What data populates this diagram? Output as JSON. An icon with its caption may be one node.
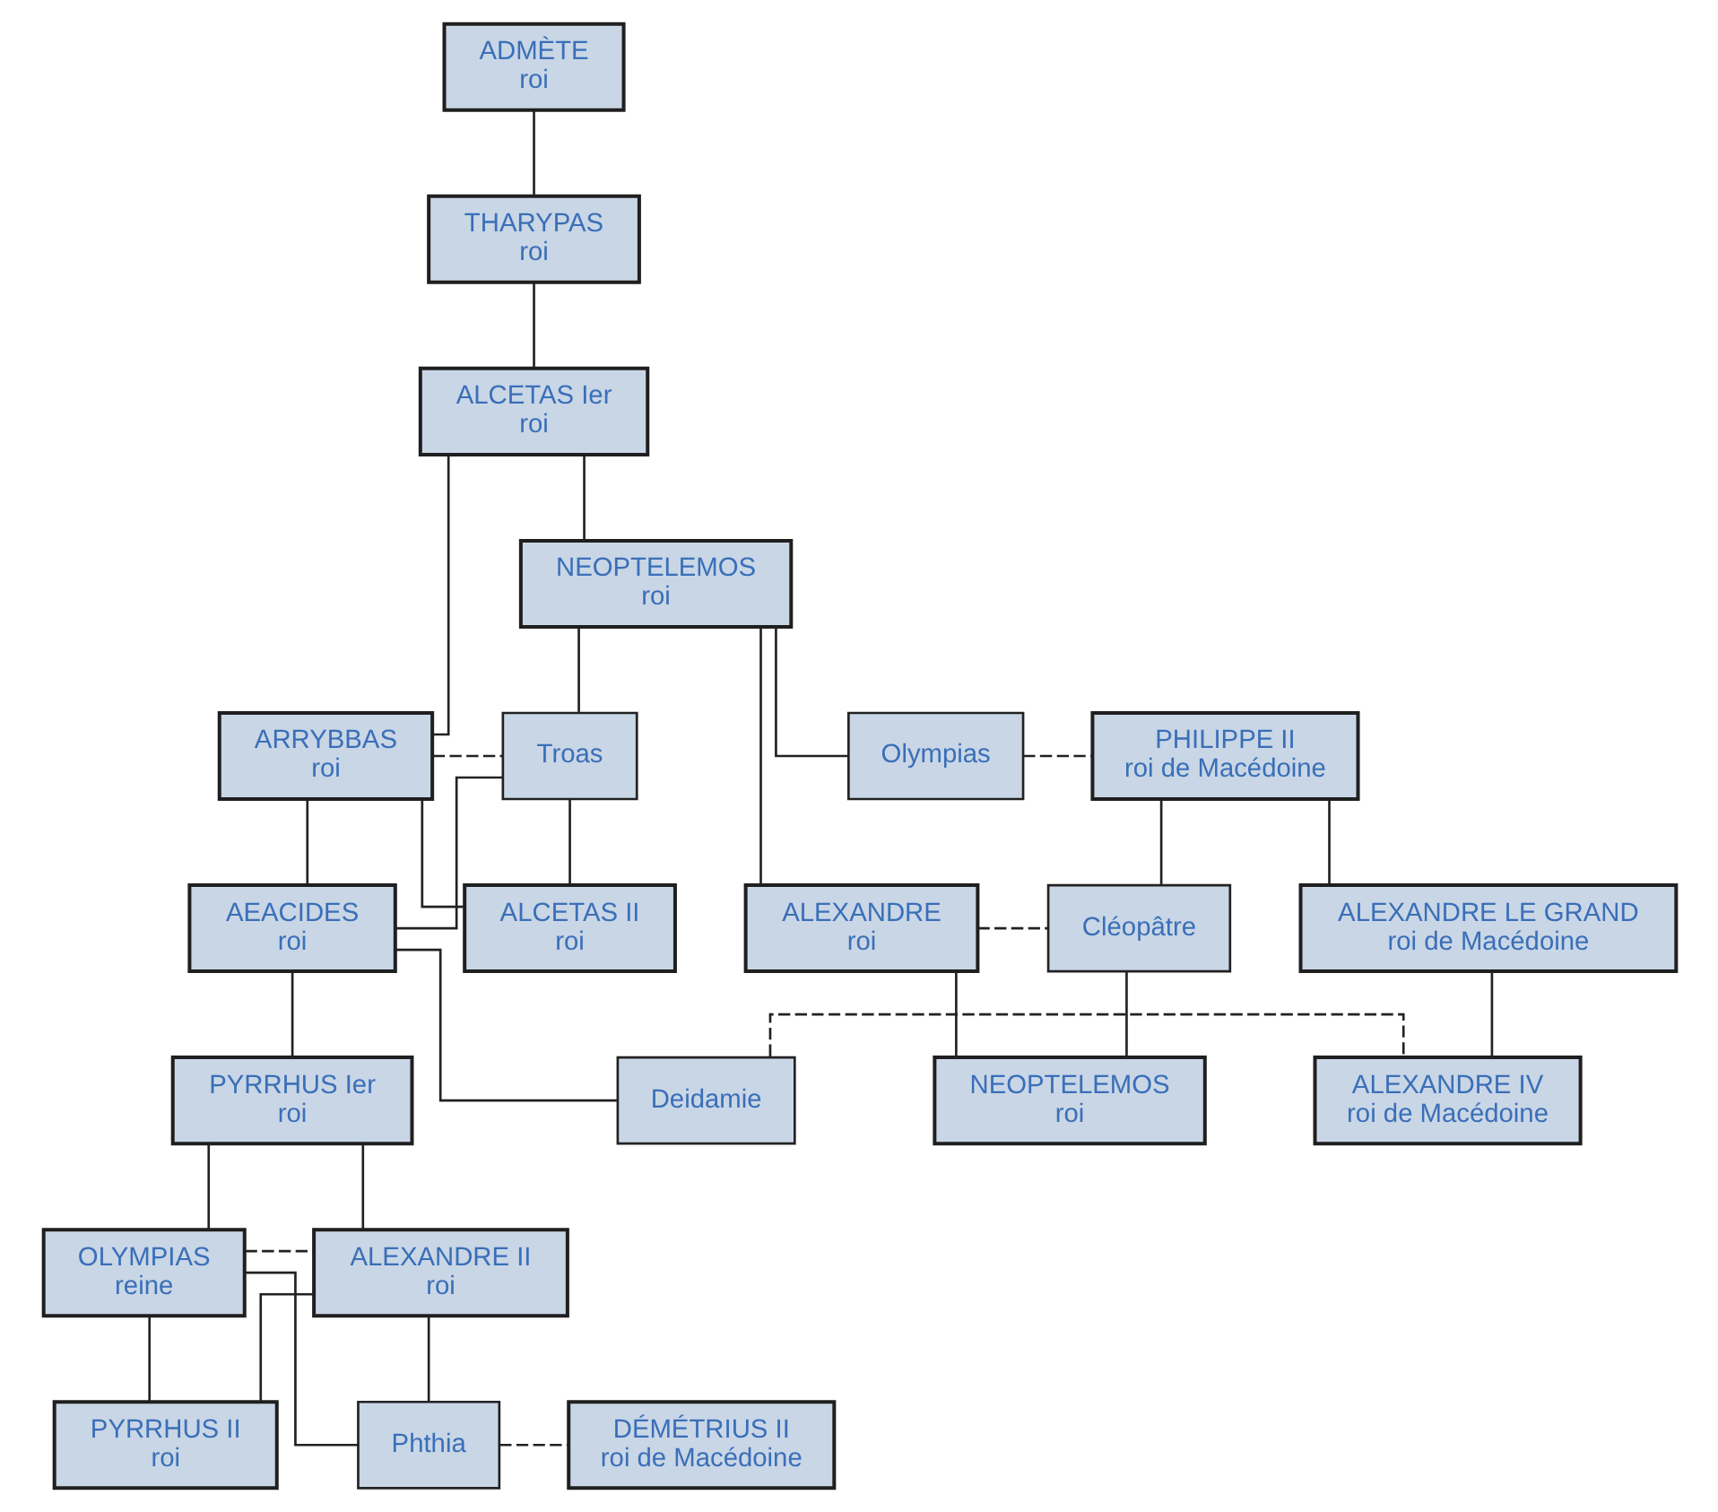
{
  "diagram": {
    "nodes": [
      {
        "text": [
          "ADMÈTE",
          "roi"
        ]
      },
      {
        "text": [
          "THARYPAS",
          "roi"
        ]
      },
      {
        "text": [
          "ALCETAS Ier",
          "roi"
        ]
      },
      {
        "text": [
          "NEOPTELEMOS",
          "roi"
        ]
      },
      {
        "text": [
          "ARRYBBAS",
          "roi"
        ]
      },
      {
        "text": [
          "Troas"
        ]
      },
      {
        "text": [
          "Olympias"
        ]
      },
      {
        "text": [
          "PHILIPPE II",
          "roi de Macédoine"
        ]
      },
      {
        "text": [
          "AEACIDES",
          "roi"
        ]
      },
      {
        "text": [
          "ALCETAS II",
          "roi"
        ]
      },
      {
        "text": [
          "ALEXANDRE",
          "roi"
        ]
      },
      {
        "text": [
          "Cléopâtre"
        ]
      },
      {
        "text": [
          "ALEXANDRE LE GRAND",
          "roi de Macédoine"
        ]
      },
      {
        "text": [
          "NEOPTELEMOS",
          "roi"
        ]
      },
      {
        "text": [
          "PYRRHUS Ier",
          "roi"
        ]
      },
      {
        "text": [
          "Deidamie"
        ]
      },
      {
        "text": [
          "ALEXANDRE IV",
          "roi de Macédoine"
        ]
      },
      {
        "text": [
          "OLYMPIAS",
          "reine"
        ]
      },
      {
        "text": [
          "ALEXANDRE II",
          "roi"
        ]
      },
      {
        "text": [
          "PYRRHUS II",
          "roi"
        ]
      },
      {
        "text": [
          "Phthia"
        ]
      },
      {
        "text": [
          "DÉMÉTRIUS II",
          "roi de Macédoine"
        ]
      }
    ],
    "edges": [
      {
        "from": 0,
        "to": 1,
        "arrow": "none"
      },
      {
        "from": 1,
        "to": 2,
        "arrow": "none"
      },
      {
        "from": 2,
        "to": 3,
        "arrow": "none"
      },
      {
        "from": 2,
        "to": 4,
        "arrow": "none"
      },
      {
        "from": 3,
        "to": 5,
        "arrow": "none"
      },
      {
        "from": 3,
        "to": 10,
        "arrow": "none"
      },
      {
        "from": 3,
        "to": 6,
        "arrow": "none"
      },
      {
        "from": 4,
        "to": 5,
        "arrow": "none",
        "style": "dashed"
      },
      {
        "from": 6,
        "to": 7,
        "arrow": "none",
        "style": "dashed"
      },
      {
        "from": 4,
        "to": 8,
        "arrow": "none"
      },
      {
        "from": 5,
        "to": 8,
        "arrow": "none"
      },
      {
        "from": 4,
        "to": 9,
        "arrow": "none"
      },
      {
        "from": 5,
        "to": 9,
        "arrow": "none"
      },
      {
        "from": 10,
        "to": 11,
        "arrow": "none",
        "style": "dashed"
      },
      {
        "from": 7,
        "to": 11,
        "arrow": "none"
      },
      {
        "from": 7,
        "to": 12,
        "arrow": "none"
      },
      {
        "from": 10,
        "to": 13,
        "arrow": "none"
      },
      {
        "from": 11,
        "to": 13,
        "arrow": "none"
      },
      {
        "from": 8,
        "to": 14,
        "arrow": "none"
      },
      {
        "from": 8,
        "to": 15,
        "arrow": "none"
      },
      {
        "from": 12,
        "to": 16,
        "arrow": "none"
      },
      {
        "from": 15,
        "to": 16,
        "arrow": "none",
        "style": "dashed"
      },
      {
        "from": 14,
        "to": 17,
        "arrow": "none"
      },
      {
        "from": 14,
        "to": 18,
        "arrow": "none"
      },
      {
        "from": 17,
        "to": 18,
        "arrow": "none",
        "style": "dashed"
      },
      {
        "from": 17,
        "to": 19,
        "arrow": "none"
      },
      {
        "from": 18,
        "to": 19,
        "arrow": "none"
      },
      {
        "from": 17,
        "to": 20,
        "arrow": "none"
      },
      {
        "from": 18,
        "to": 20,
        "arrow": "none"
      },
      {
        "from": 20,
        "to": 21,
        "arrow": "none",
        "style": "dashed"
      }
    ]
  }
}
